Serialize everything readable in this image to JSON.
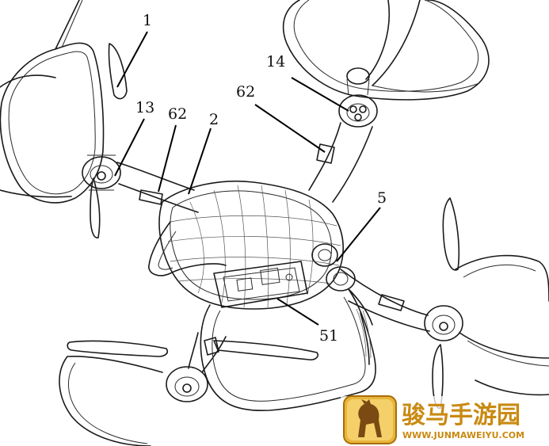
{
  "callouts": {
    "c1": "1",
    "c13": "13",
    "c62a": "62",
    "c2": "2",
    "c14": "14",
    "c62b": "62",
    "c5": "5",
    "c51": "51"
  },
  "watermark": {
    "name": "骏马手游园",
    "url": "WWW.JUNMAWEIYU.COM",
    "logo_icon": "horse-icon",
    "color": "#c98a12"
  }
}
